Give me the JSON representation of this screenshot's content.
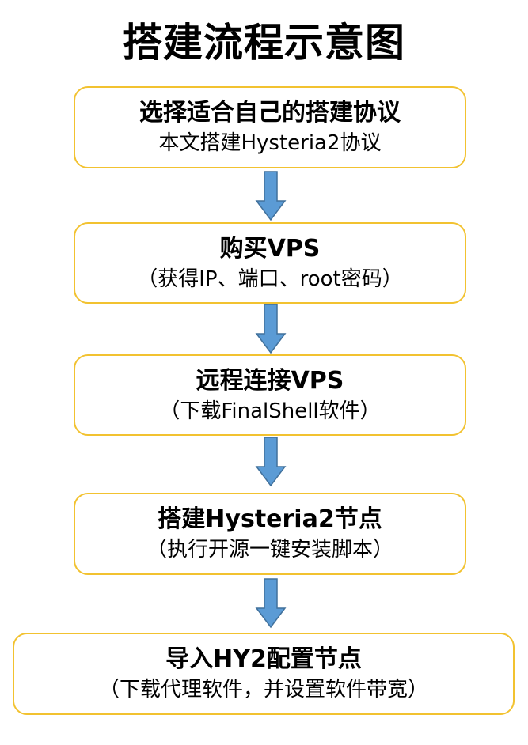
{
  "title": "搭建流程示意图",
  "steps": [
    {
      "title": "选择适合自己的搭建协议",
      "subtitle": "本文搭建Hysteria2协议"
    },
    {
      "title": "购买VPS",
      "subtitle": "（获得IP、端口、root密码）"
    },
    {
      "title": "远程连接VPS",
      "subtitle": "（下载FinalShell软件）"
    },
    {
      "title": "搭建Hysteria2节点",
      "subtitle": "（执行开源一键安装脚本）"
    },
    {
      "title": "导入HY2配置节点",
      "subtitle": "（下载代理软件，并设置软件带宽）"
    }
  ],
  "colors": {
    "box_border": "#f2c230",
    "arrow_fill": "#5b9bd5",
    "arrow_stroke": "#41719c"
  }
}
